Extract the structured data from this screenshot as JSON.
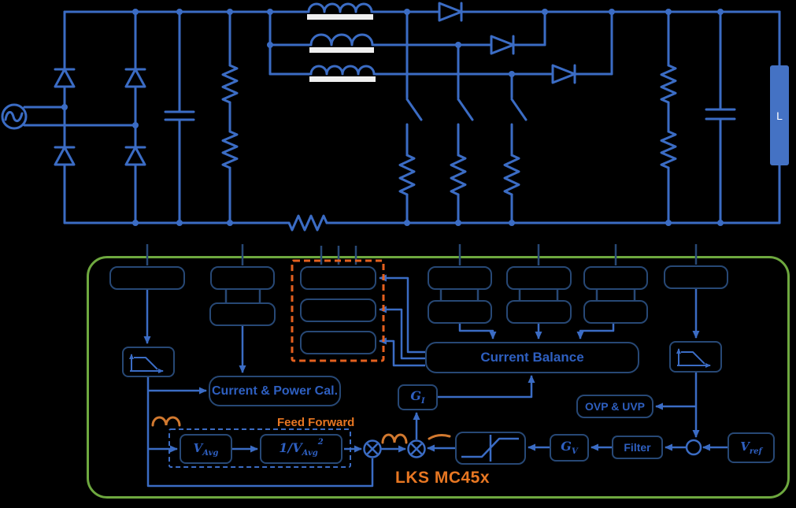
{
  "diagram": {
    "controller_label": "LKS MC45x",
    "load_label": "L",
    "blocks": {
      "current_power_cal": "Current & Power Cal.",
      "current_balance": "Current Balance",
      "ovp_uvp": "OVP & UVP",
      "filter": "Filter",
      "feed_forward": "Feed Forward",
      "gi": {
        "base": "G",
        "sub": "I"
      },
      "gv": {
        "base": "G",
        "sub": "V"
      },
      "vavg": {
        "base": "V",
        "sub": "Avg"
      },
      "inv_vavg_sq": {
        "pre": "1/V",
        "sub": "Avg",
        "sup": "2"
      },
      "vref": {
        "base": "V",
        "sub": "ref"
      }
    },
    "colors": {
      "wire_blue": "#3B6CC4",
      "block_navy": "#274875",
      "text_blue": "#2E5FC0",
      "accent_orange": "#E4601F",
      "text_orange": "#E87722",
      "squiggle_orange": "#D2792F",
      "frame_green": "#6EA83F",
      "load_fill": "#4472C4"
    }
  }
}
